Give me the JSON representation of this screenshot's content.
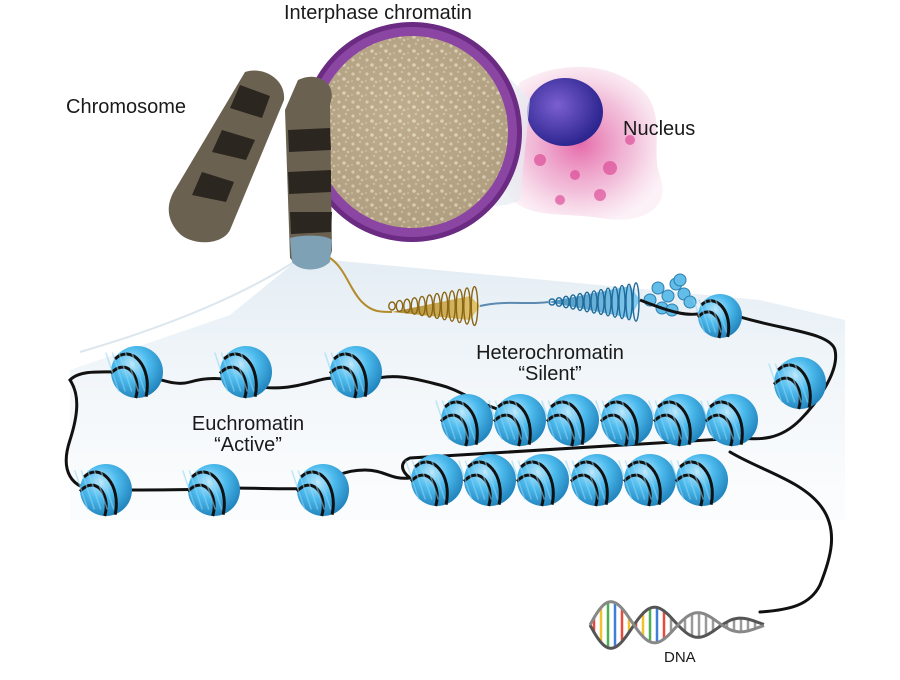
{
  "labels": {
    "interphase_chromatin": "Interphase chromatin",
    "chromosome": "Chromosome",
    "nucleus": "Nucleus",
    "heterochromatin_line1": "Heterochromatin",
    "heterochromatin_line2": "“Silent”",
    "euchromatin_line1": "Euchromatin",
    "euchromatin_line2": "“Active”",
    "dna": "DNA"
  },
  "colors": {
    "nucleosome": "#46b6ea",
    "dna_strand": "#111111",
    "fiber_gold": "#c8a23a",
    "fiber_blue": "#4aa6d6",
    "chromatin_fill": "#b8a78a",
    "nuclear_rim": "#8a2f9a",
    "nucleus_core": "#4a3aa8",
    "cell_pink": "#e58ab6"
  }
}
